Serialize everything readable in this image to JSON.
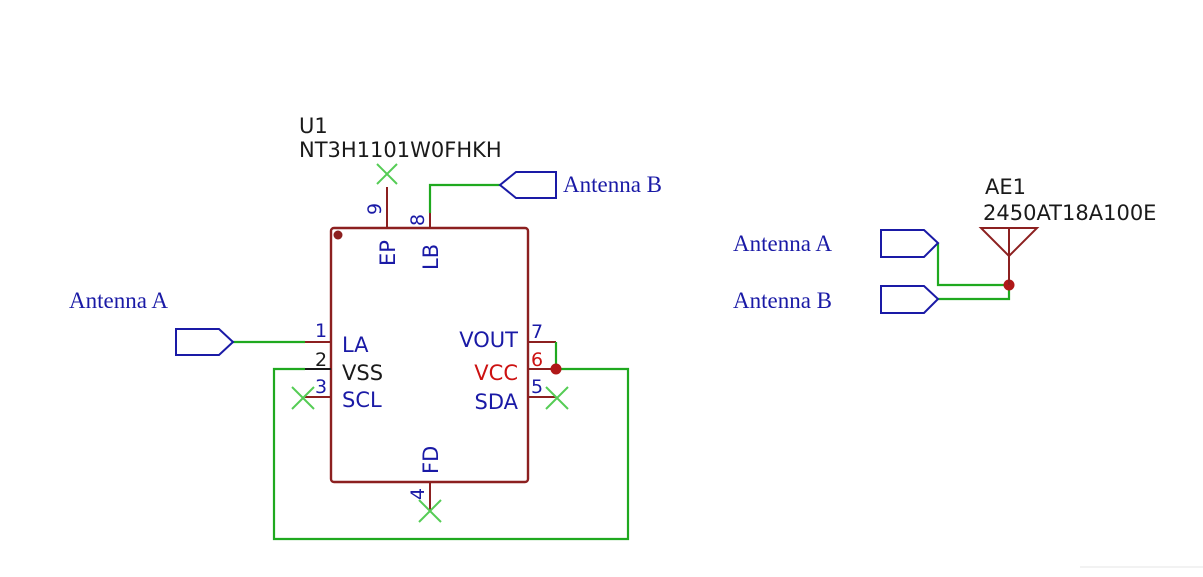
{
  "colors": {
    "wire": "#1fa91f",
    "body": "#8c2020",
    "pin_text": "#1a1aa6",
    "power_pin_text": "#cc1111",
    "no_connect": "#55cc55",
    "reference_text": "#1a1a1a"
  },
  "u1": {
    "reference": "U1",
    "value": "NT3H1101W0FHKH",
    "pins": [
      {
        "number": "1",
        "name": "LA"
      },
      {
        "number": "2",
        "name": "VSS"
      },
      {
        "number": "3",
        "name": "SCL"
      },
      {
        "number": "4",
        "name": "FD"
      },
      {
        "number": "5",
        "name": "SDA"
      },
      {
        "number": "6",
        "name": "VCC"
      },
      {
        "number": "7",
        "name": "VOUT"
      },
      {
        "number": "8",
        "name": "LB"
      },
      {
        "number": "9",
        "name": "EP"
      }
    ]
  },
  "ae1": {
    "reference": "AE1",
    "value": "2450AT18A100E"
  },
  "net_labels": {
    "antenna_a": "Antenna A",
    "antenna_b": "Antenna B"
  }
}
